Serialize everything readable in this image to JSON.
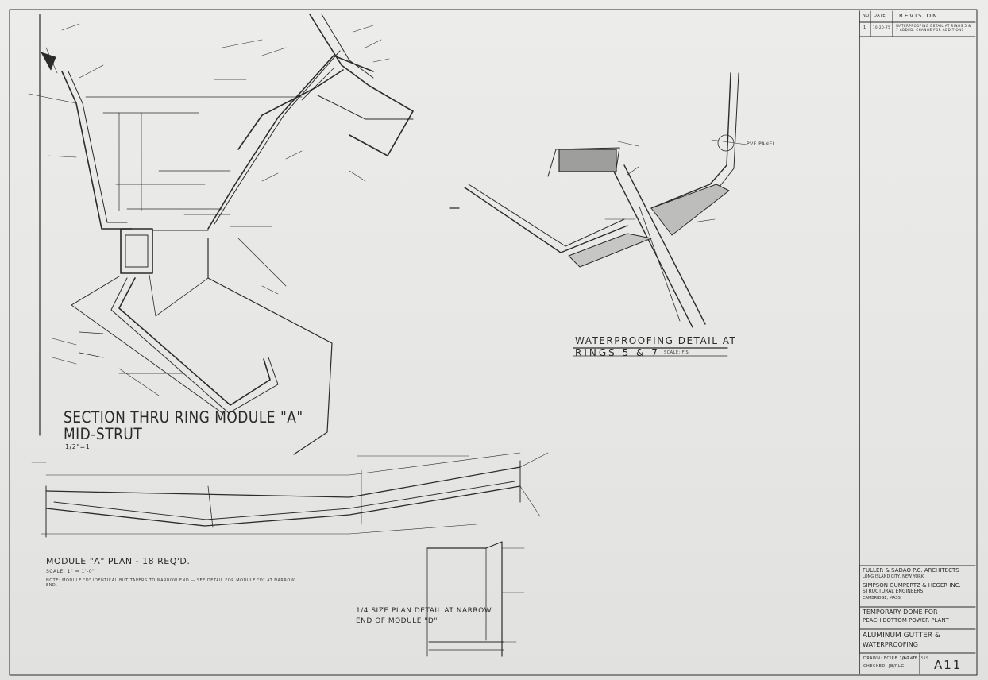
{
  "revision_block": {
    "headers": [
      "NO",
      "DATE",
      "REVISION"
    ],
    "row": {
      "no": "1",
      "date": "10-20-75",
      "text": "WATERPROOFING DETAIL AT RINGS 5 & 7 ADDED. CHANGE FOR ADDITIONS"
    }
  },
  "details": {
    "section_title": "SECTION THRU RING MODULE \"A\"",
    "section_subtitle": "MID-STRUT",
    "section_scale": "1/2\"=1'",
    "waterproof_title_1": "WATERPROOFING DETAIL AT",
    "waterproof_title_2": "RINGS 5 & 7",
    "waterproof_scale": "SCALE: F.S.",
    "plan_title": "MODULE \"A\" PLAN - 18 REQ'D.",
    "plan_scale": "SCALE: 1\" = 1'-0\"",
    "plan_note": "NOTE: MODULE \"D\" IDENTICAL BUT TAPERS TO NARROW END — SEE DETAIL FOR MODULE \"D\" AT NARROW END.",
    "end_detail_title_1": "1/4 SIZE PLAN DETAIL AT NARROW",
    "end_detail_title_2": "END OF MODULE \"D\"",
    "pvf_panel_label": "PVF PANEL"
  },
  "title_block": {
    "architect_1": "FULLER & SADAO P.C. ARCHITECTS",
    "architect_2": "LONG ISLAND CITY, NEW YORK",
    "engineer_1": "SIMPSON GUMPERTZ & HEGER INC.",
    "engineer_2": "STRUCTURAL ENGINEERS",
    "engineer_3": "CAMBRIDGE, MASS.",
    "project_1": "TEMPORARY DOME FOR",
    "project_2": "PEACH BOTTOM POWER PLANT",
    "drawing_1": "ALUMINUM GUTTER &",
    "drawing_2": "WATERPROOFING",
    "drawn": "DRAWN: EC/RB 10-7-75",
    "checked": "CHECKED: JB/RLG",
    "job": "JOB NO. 7525",
    "sheet": "A11"
  }
}
